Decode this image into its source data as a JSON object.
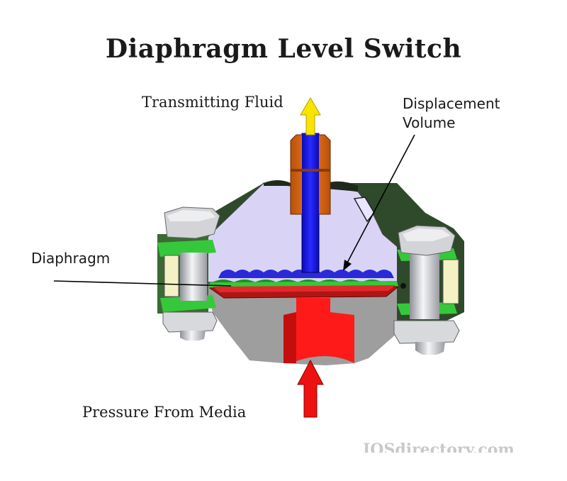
{
  "title": "Diaphragm Level Switch",
  "labels": {
    "transmitting_fluid": "Transmitting Fluid",
    "displacement_line1": "Displacement",
    "displacement_line2": "Volume",
    "diaphragm": "Diaphragm",
    "pressure": "Pressure From Media"
  },
  "watermark": "IQSdirectory.com",
  "colors": {
    "body_lavender": "#d9d4f5",
    "bolt_grey": "#d2d4d8",
    "base_grey": "#a3a3a3",
    "flange_green": "#2f4a2b",
    "gasket_green": "#35c83a",
    "diaphragm_green": "#1f8a22",
    "plate_red": "#c21818",
    "stem_red": "#ff1a1a",
    "tube_blue": "#1010e0",
    "fitting_orange": "#d8640f",
    "arrow_yellow": "#f7e500",
    "arrow_red": "#ee1111"
  }
}
